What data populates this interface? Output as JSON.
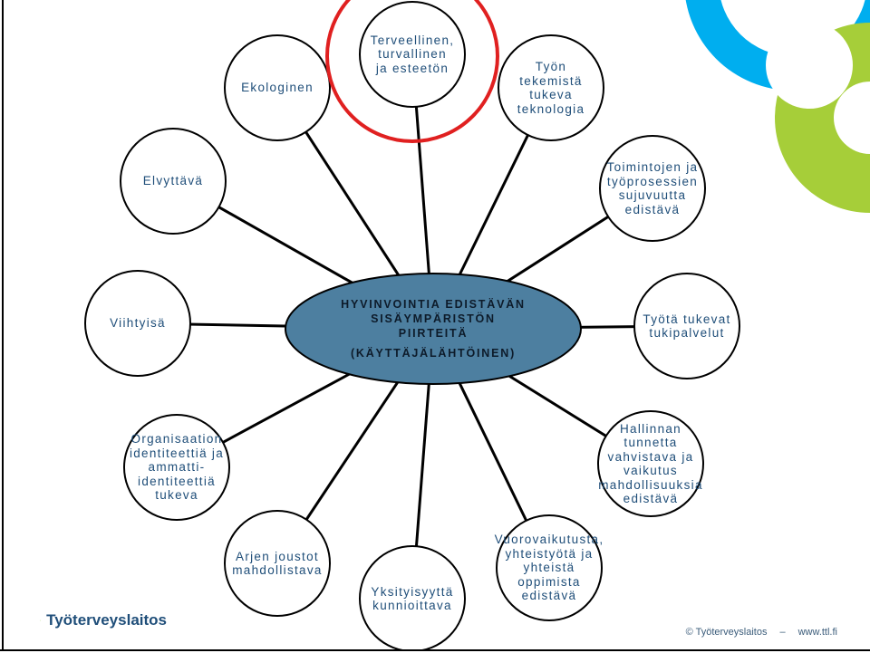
{
  "center": {
    "line1": "HYVINVOINTIA EDISTÄVÄN",
    "line2": "SISÄYMPÄRISTÖN",
    "line3": "PIIRTEITÄ",
    "line4": "(KÄYTTÄJÄLÄHTÖINEN)"
  },
  "nodes": [
    {
      "id": "ekologinen",
      "text": "Ekologinen",
      "highlighted": false
    },
    {
      "id": "terveellinen",
      "text": "Terveellinen,\nturvallinen\nja esteetön",
      "highlighted": true
    },
    {
      "id": "tyon-tekemista",
      "text": "Työn\ntekemistä\ntukeva\nteknologia",
      "highlighted": false
    },
    {
      "id": "elvyttava",
      "text": "Elvyttävä",
      "highlighted": false
    },
    {
      "id": "toimintojen",
      "text": "Toimintojen ja\ntyöprosessien\nsujuvuutta\nedistävä",
      "highlighted": false
    },
    {
      "id": "viihtyisa",
      "text": "Viihtyisä",
      "highlighted": false
    },
    {
      "id": "tyota-tukevat",
      "text": "Työtä tukevat\ntukipalvelut",
      "highlighted": false
    },
    {
      "id": "organisaation",
      "text": "Organisaation\nidentiteettiä ja\nammatti-\nidentiteettiä\ntukeva",
      "highlighted": false
    },
    {
      "id": "hallinnan",
      "text": "Hallinnan\ntunnetta\nvahvistava ja\nvaikutus\nmahdollisuuksia\nedistävä",
      "highlighted": false
    },
    {
      "id": "arjen",
      "text": "Arjen joustot\nmahdollistava",
      "highlighted": false
    },
    {
      "id": "yksityisyytta",
      "text": "Yksityisyyttä\nkunnioittava",
      "highlighted": false
    },
    {
      "id": "vuorovaikutusta",
      "text": "Vuorovaikutusta,\nyhteistyötä ja\nyhteistä\noppimista\nedistävä",
      "highlighted": false
    }
  ],
  "colors": {
    "ellipse_fill": "#4d7fa0",
    "node_text": "#1f4e79",
    "highlight_ring": "#e02020",
    "deco_blue": "#00aeef",
    "deco_green": "#a6ce39",
    "logo_blue": "#1f4e79",
    "logo_green": "#8cc63f"
  },
  "logo": {
    "name": "Työterveyslaitos"
  },
  "footer": {
    "copyright": "© Työterveyslaitos",
    "separator": "–",
    "url": "www.ttl.fi"
  }
}
